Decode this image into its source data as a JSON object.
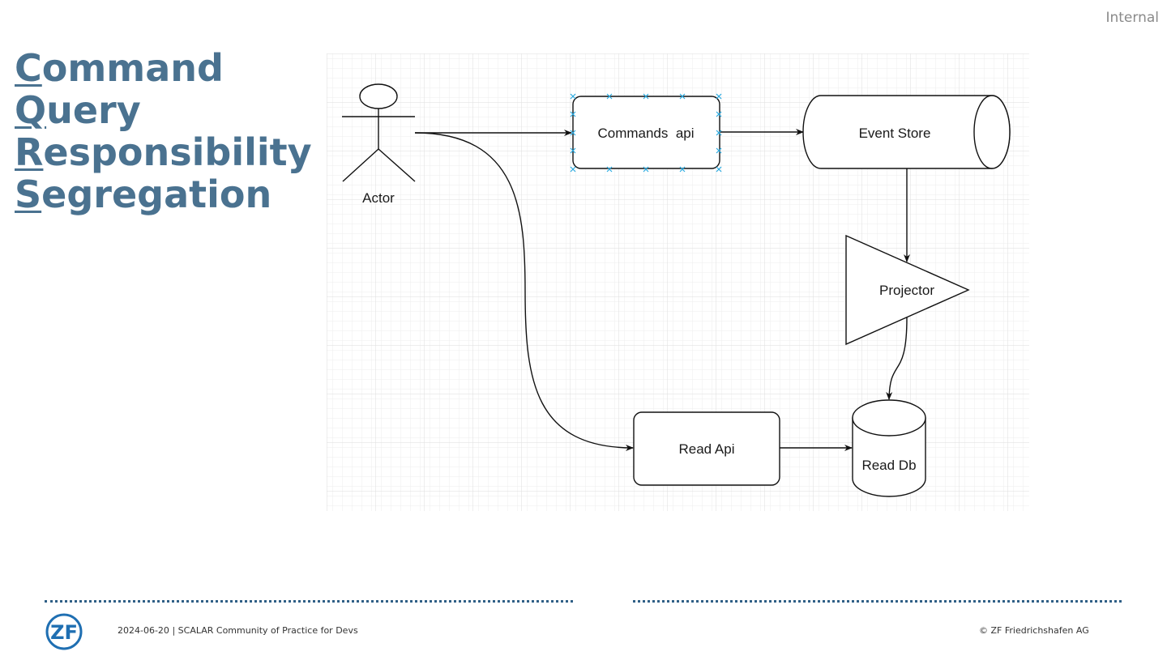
{
  "classification": "Internal",
  "title": {
    "lines": [
      {
        "initial": "C",
        "rest": "ommand"
      },
      {
        "initial": "Q",
        "rest": "uery"
      },
      {
        "initial": "R",
        "rest": "esponsibility"
      },
      {
        "initial": "S",
        "rest": "egregation"
      }
    ]
  },
  "diagram": {
    "actor": "Actor",
    "commands_api": "Commands  api",
    "event_store": "Event Store",
    "projector": "Projector",
    "read_api": "Read Api",
    "read_db": "Read Db"
  },
  "footer": {
    "date": "2024-06-20",
    "separator": "|",
    "event": "SCALAR Community of Practice for Devs",
    "copyright": "© ZF Friedrichshafen AG",
    "logo_text": "ZF"
  },
  "colors": {
    "title": "#4a7290",
    "brand": "#1f6fb2",
    "selection_handles": "#29a9e0"
  }
}
